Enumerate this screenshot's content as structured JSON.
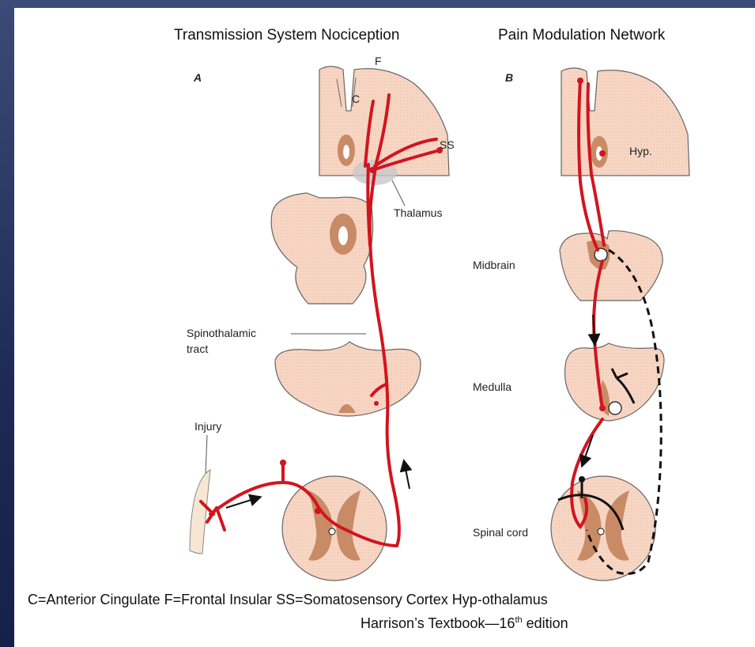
{
  "titles": {
    "left": "Transmission System Nociception",
    "right": "Pain Modulation Network"
  },
  "panels": {
    "a": "A",
    "b": "B"
  },
  "labels_a": {
    "f": "F",
    "c": "C",
    "ss": "SS",
    "thalamus": "Thalamus",
    "spinothalamic_line1": "Spinothalamic",
    "spinothalamic_line2": "tract",
    "injury": "Injury"
  },
  "labels_b": {
    "hyp": "Hyp.",
    "midbrain": "Midbrain",
    "medulla": "Medulla",
    "spinal_cord": "Spinal cord"
  },
  "caption": {
    "legend": "C=Anterior Cingulate  F=Frontal Insular  SS=Somatosensory Cortex  Hyp-othalamus",
    "source_prefix": "Harrison’s Textbook—16",
    "source_sup": "th",
    "source_suffix": " edition"
  },
  "colors": {
    "tissue": "#f7d6c4",
    "gray_matter": "#c98a66",
    "pathway": "#d2141e",
    "descending": "#111111"
  }
}
